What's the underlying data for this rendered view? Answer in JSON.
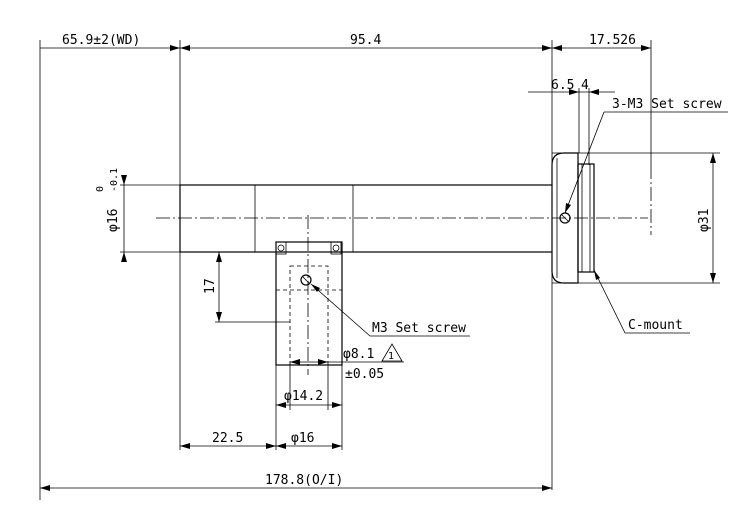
{
  "drawing": {
    "dimensions": {
      "wd": "65.9±2(WD)",
      "length_mid": "95.4",
      "length_right": "17.526",
      "small_offset_a": "6.5",
      "small_offset_b": "4",
      "diameter_16_tol_upper": "0",
      "diameter_16_tol_lower": "-0.1",
      "diameter_16": "φ16",
      "diameter_31": "φ31",
      "height_17": "17",
      "diameter_8_1": "φ8.1",
      "tolerance_0_05": "±0.05",
      "diameter_14_2": "φ14.2",
      "offset_22_5": "22.5",
      "diameter_16_bottom": "φ16",
      "overall_length": "178.8(O/I)"
    },
    "callouts": {
      "set_screw_3": "3-M3 Set screw",
      "set_screw_m3": "M3 Set screw",
      "c_mount": "C-mount",
      "flag_symbol_number": "1"
    }
  }
}
